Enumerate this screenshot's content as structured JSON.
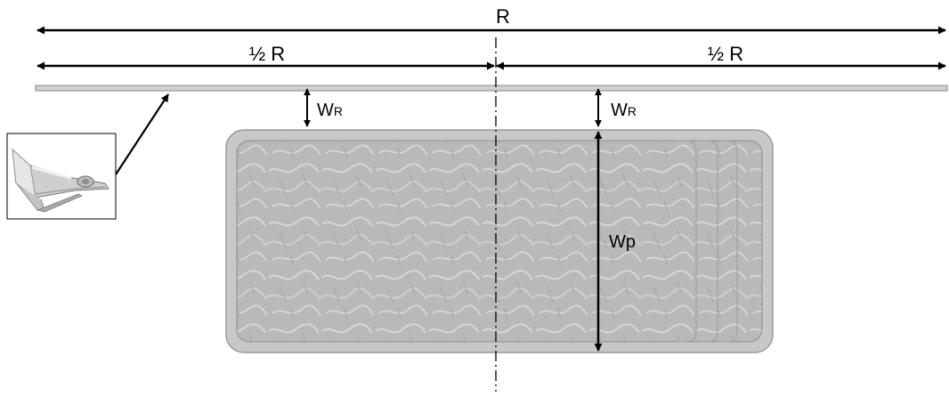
{
  "labels": {
    "total_span": "R",
    "half_span_left": "½ R",
    "half_span_right": "½ R",
    "gap_left_main": "W",
    "gap_left_sub": "R",
    "gap_right_main": "W",
    "gap_right_sub": "R",
    "pool_width": "Wp"
  },
  "colors": {
    "line": "#000000",
    "rail_fill": "#d0d0d0",
    "rail_edge": "#8a8a8a",
    "pool_coping": "#c8c8c8",
    "pool_coping_edge": "#9a9a9a",
    "pool_water": "#bdbdbd",
    "inset_border": "#000000"
  },
  "icons": {
    "rail_profile": "aluminium-rail-profile-icon"
  }
}
